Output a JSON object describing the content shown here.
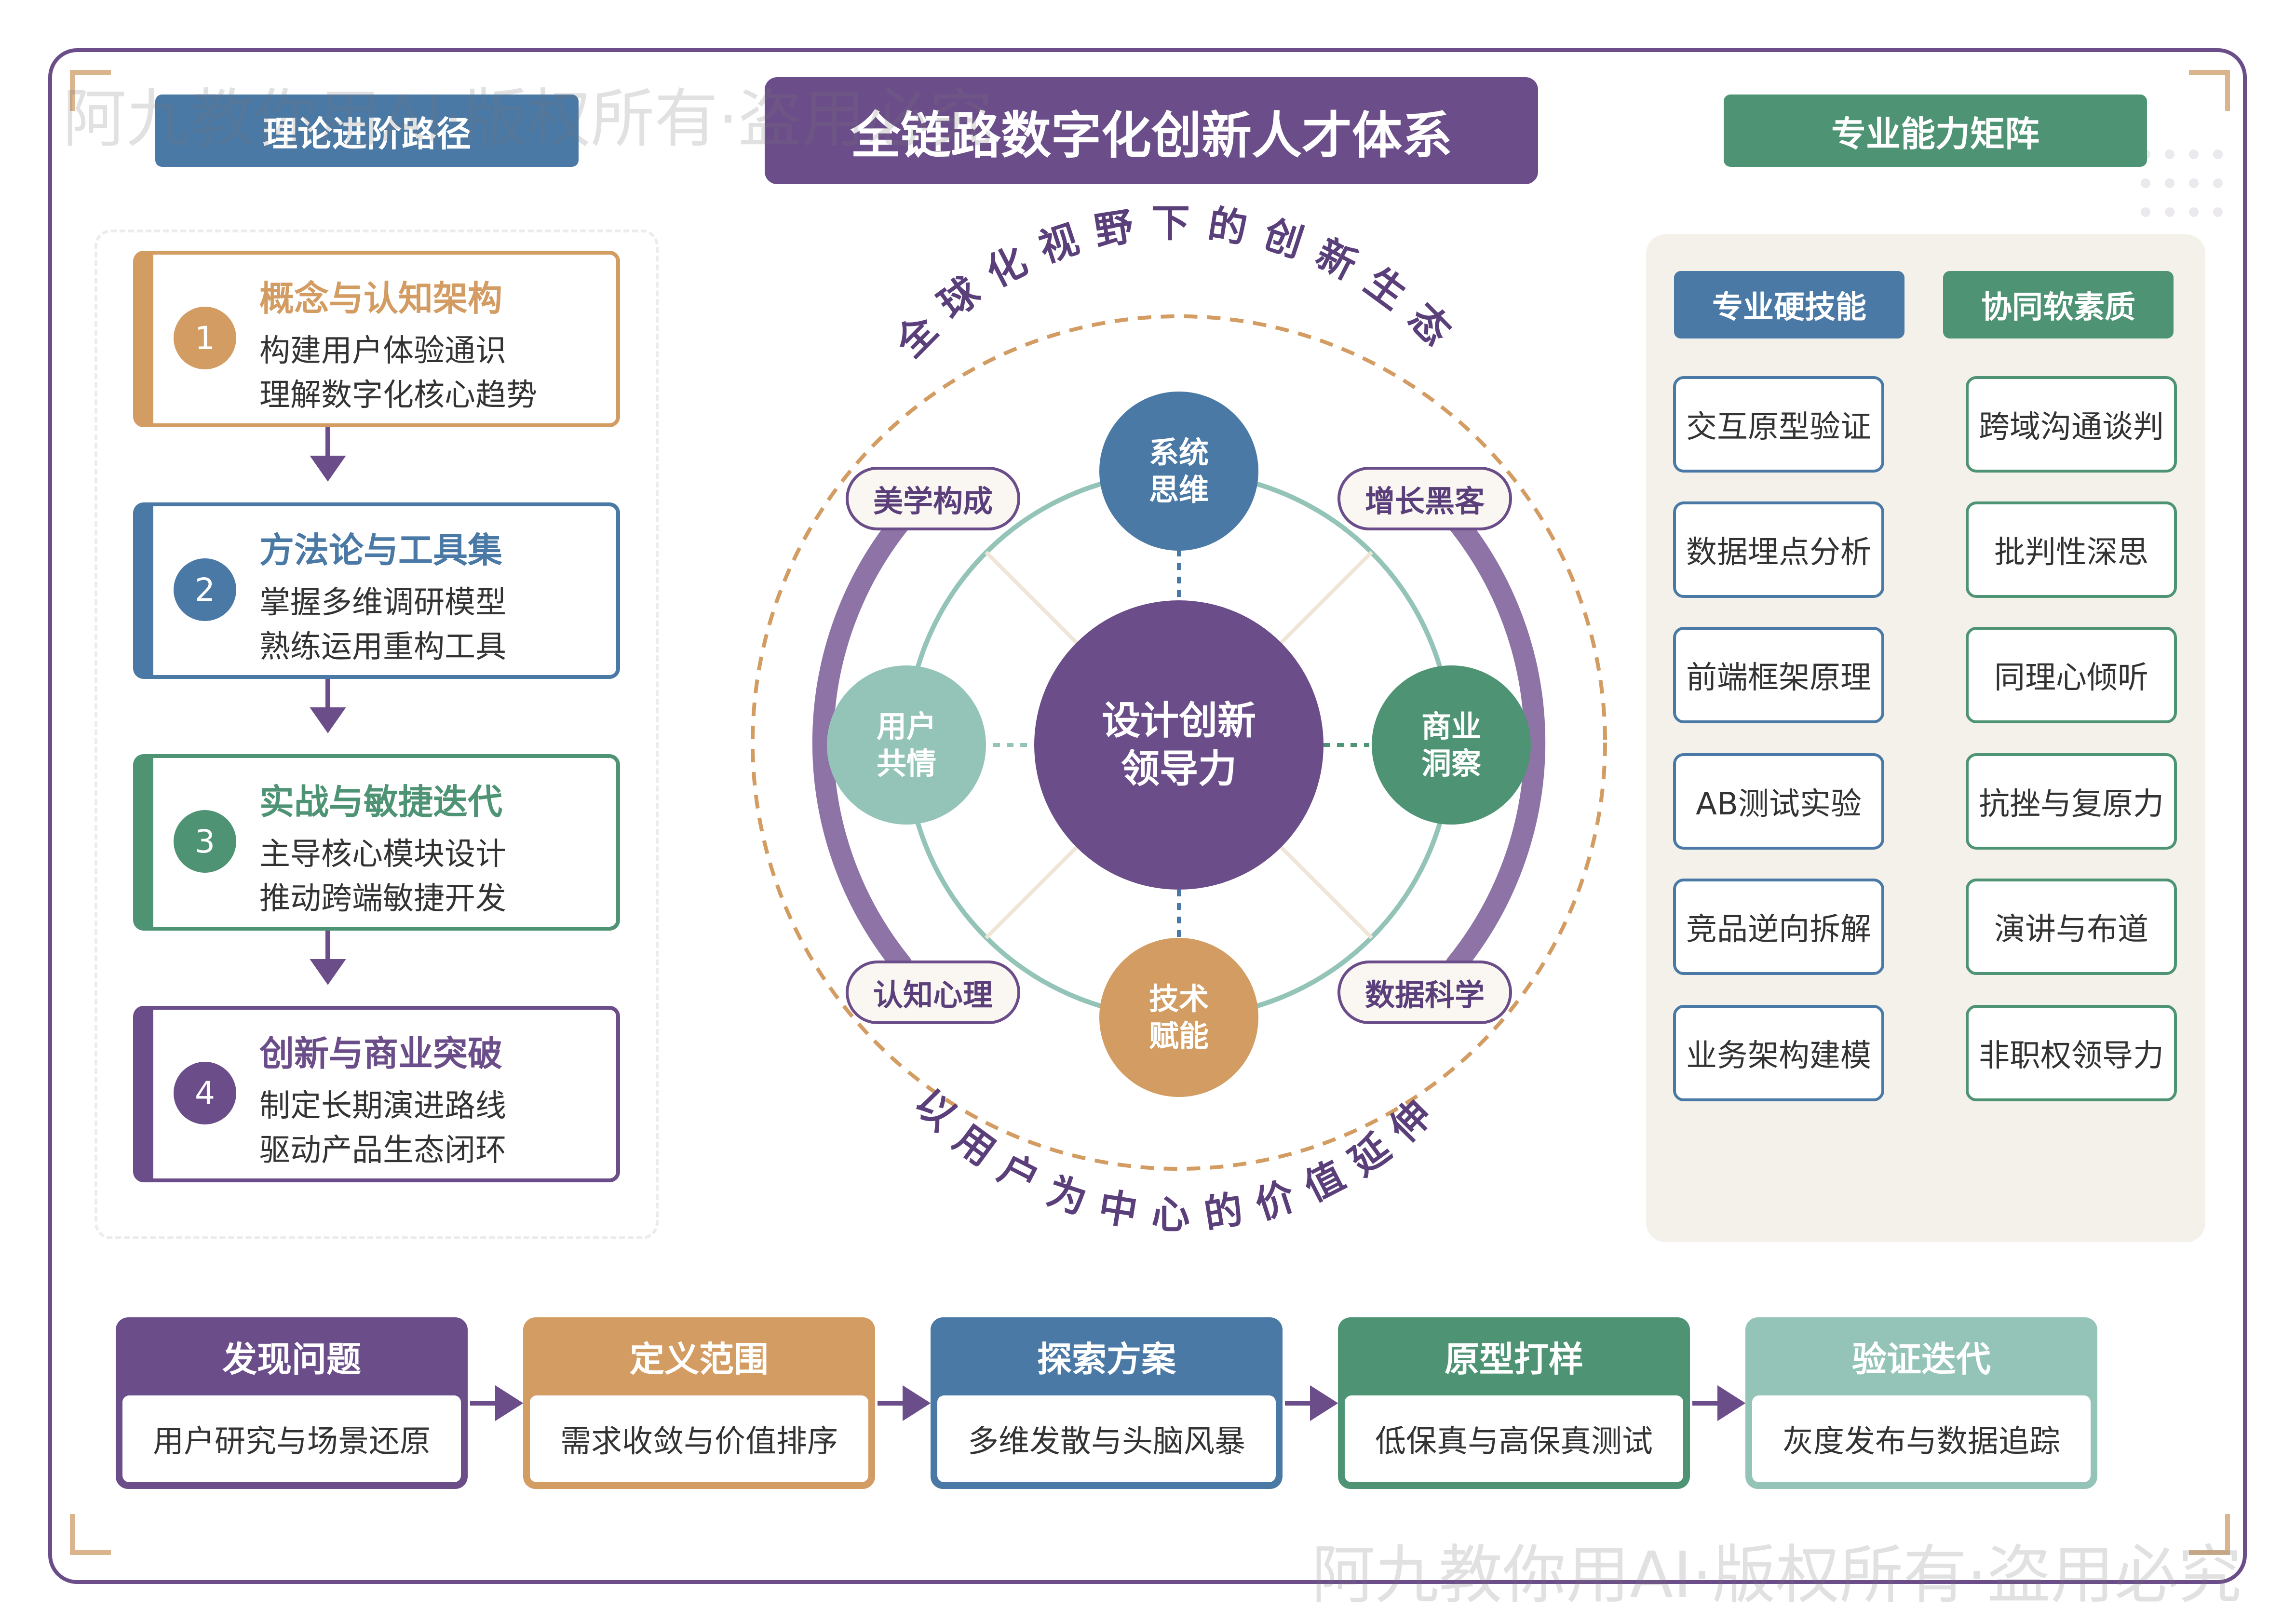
{
  "header": {
    "main_title": "全链路数字化创新人才体系",
    "left_title": "理论进阶路径",
    "right_title": "专业能力矩阵"
  },
  "theory_path": [
    {
      "number": "1",
      "title": "概念与认知架构",
      "lines": [
        "构建用户体验通识",
        "理解数字化核心趋势"
      ],
      "color": "#d39c62"
    },
    {
      "number": "2",
      "title": "方法论与工具集",
      "lines": [
        "掌握多维调研模型",
        "熟练运用重构工具"
      ],
      "color": "#4a79a6"
    },
    {
      "number": "3",
      "title": "实战与敏捷迭代",
      "lines": [
        "主导核心模块设计",
        "推动跨端敏捷开发"
      ],
      "color": "#4e9474"
    },
    {
      "number": "4",
      "title": "创新与商业突破",
      "lines": [
        "制定长期演进路线",
        "驱动产品生态闭环"
      ],
      "color": "#6b4d89"
    }
  ],
  "ecosystem": {
    "top_arc_text": "全球化视野下的创新生态",
    "bottom_arc_text": "以用户为中心的价值延伸",
    "center": [
      "设计创新",
      "领导力"
    ],
    "nodes": {
      "top": [
        "系统",
        "思维"
      ],
      "right": [
        "商业",
        "洞察"
      ],
      "bottom": [
        "技术",
        "赋能"
      ],
      "left": [
        "用户",
        "共情"
      ]
    },
    "labels": {
      "top_left": "美学构成",
      "top_right": "增长黑客",
      "bottom_left": "认知心理",
      "bottom_right": "数据科学"
    }
  },
  "matrix": {
    "hard_header": "专业硬技能",
    "soft_header": "协同软素质",
    "rows": [
      {
        "hard": "交互原型验证",
        "soft": "跨域沟通谈判"
      },
      {
        "hard": "数据埋点分析",
        "soft": "批判性深思"
      },
      {
        "hard": "前端框架原理",
        "soft": "同理心倾听"
      },
      {
        "hard": "AB测试实验",
        "soft": "抗挫与复原力"
      },
      {
        "hard": "竞品逆向拆解",
        "soft": "演讲与布道"
      },
      {
        "hard": "业务架构建模",
        "soft": "非职权领导力"
      }
    ]
  },
  "process": [
    {
      "title": "发现问题",
      "desc": "用户研究与场景还原",
      "color": "#6b4d89"
    },
    {
      "title": "定义范围",
      "desc": "需求收敛与价值排序",
      "color": "#d39c62"
    },
    {
      "title": "探索方案",
      "desc": "多维发散与头脑风暴",
      "color": "#4a79a6"
    },
    {
      "title": "原型打样",
      "desc": "低保真与高保真测试",
      "color": "#4e9474"
    },
    {
      "title": "验证迭代",
      "desc": "灰度发布与数据追踪",
      "color": "#94c4b8"
    }
  ],
  "watermark": "阿九教你用AI·版权所有·盗用必究",
  "colors": {
    "purple": "#6b4d89",
    "blue": "#4a79a6",
    "green": "#4e9474",
    "orange": "#d39c62",
    "mint": "#94c4b8",
    "beige": "#f4f1ea"
  }
}
